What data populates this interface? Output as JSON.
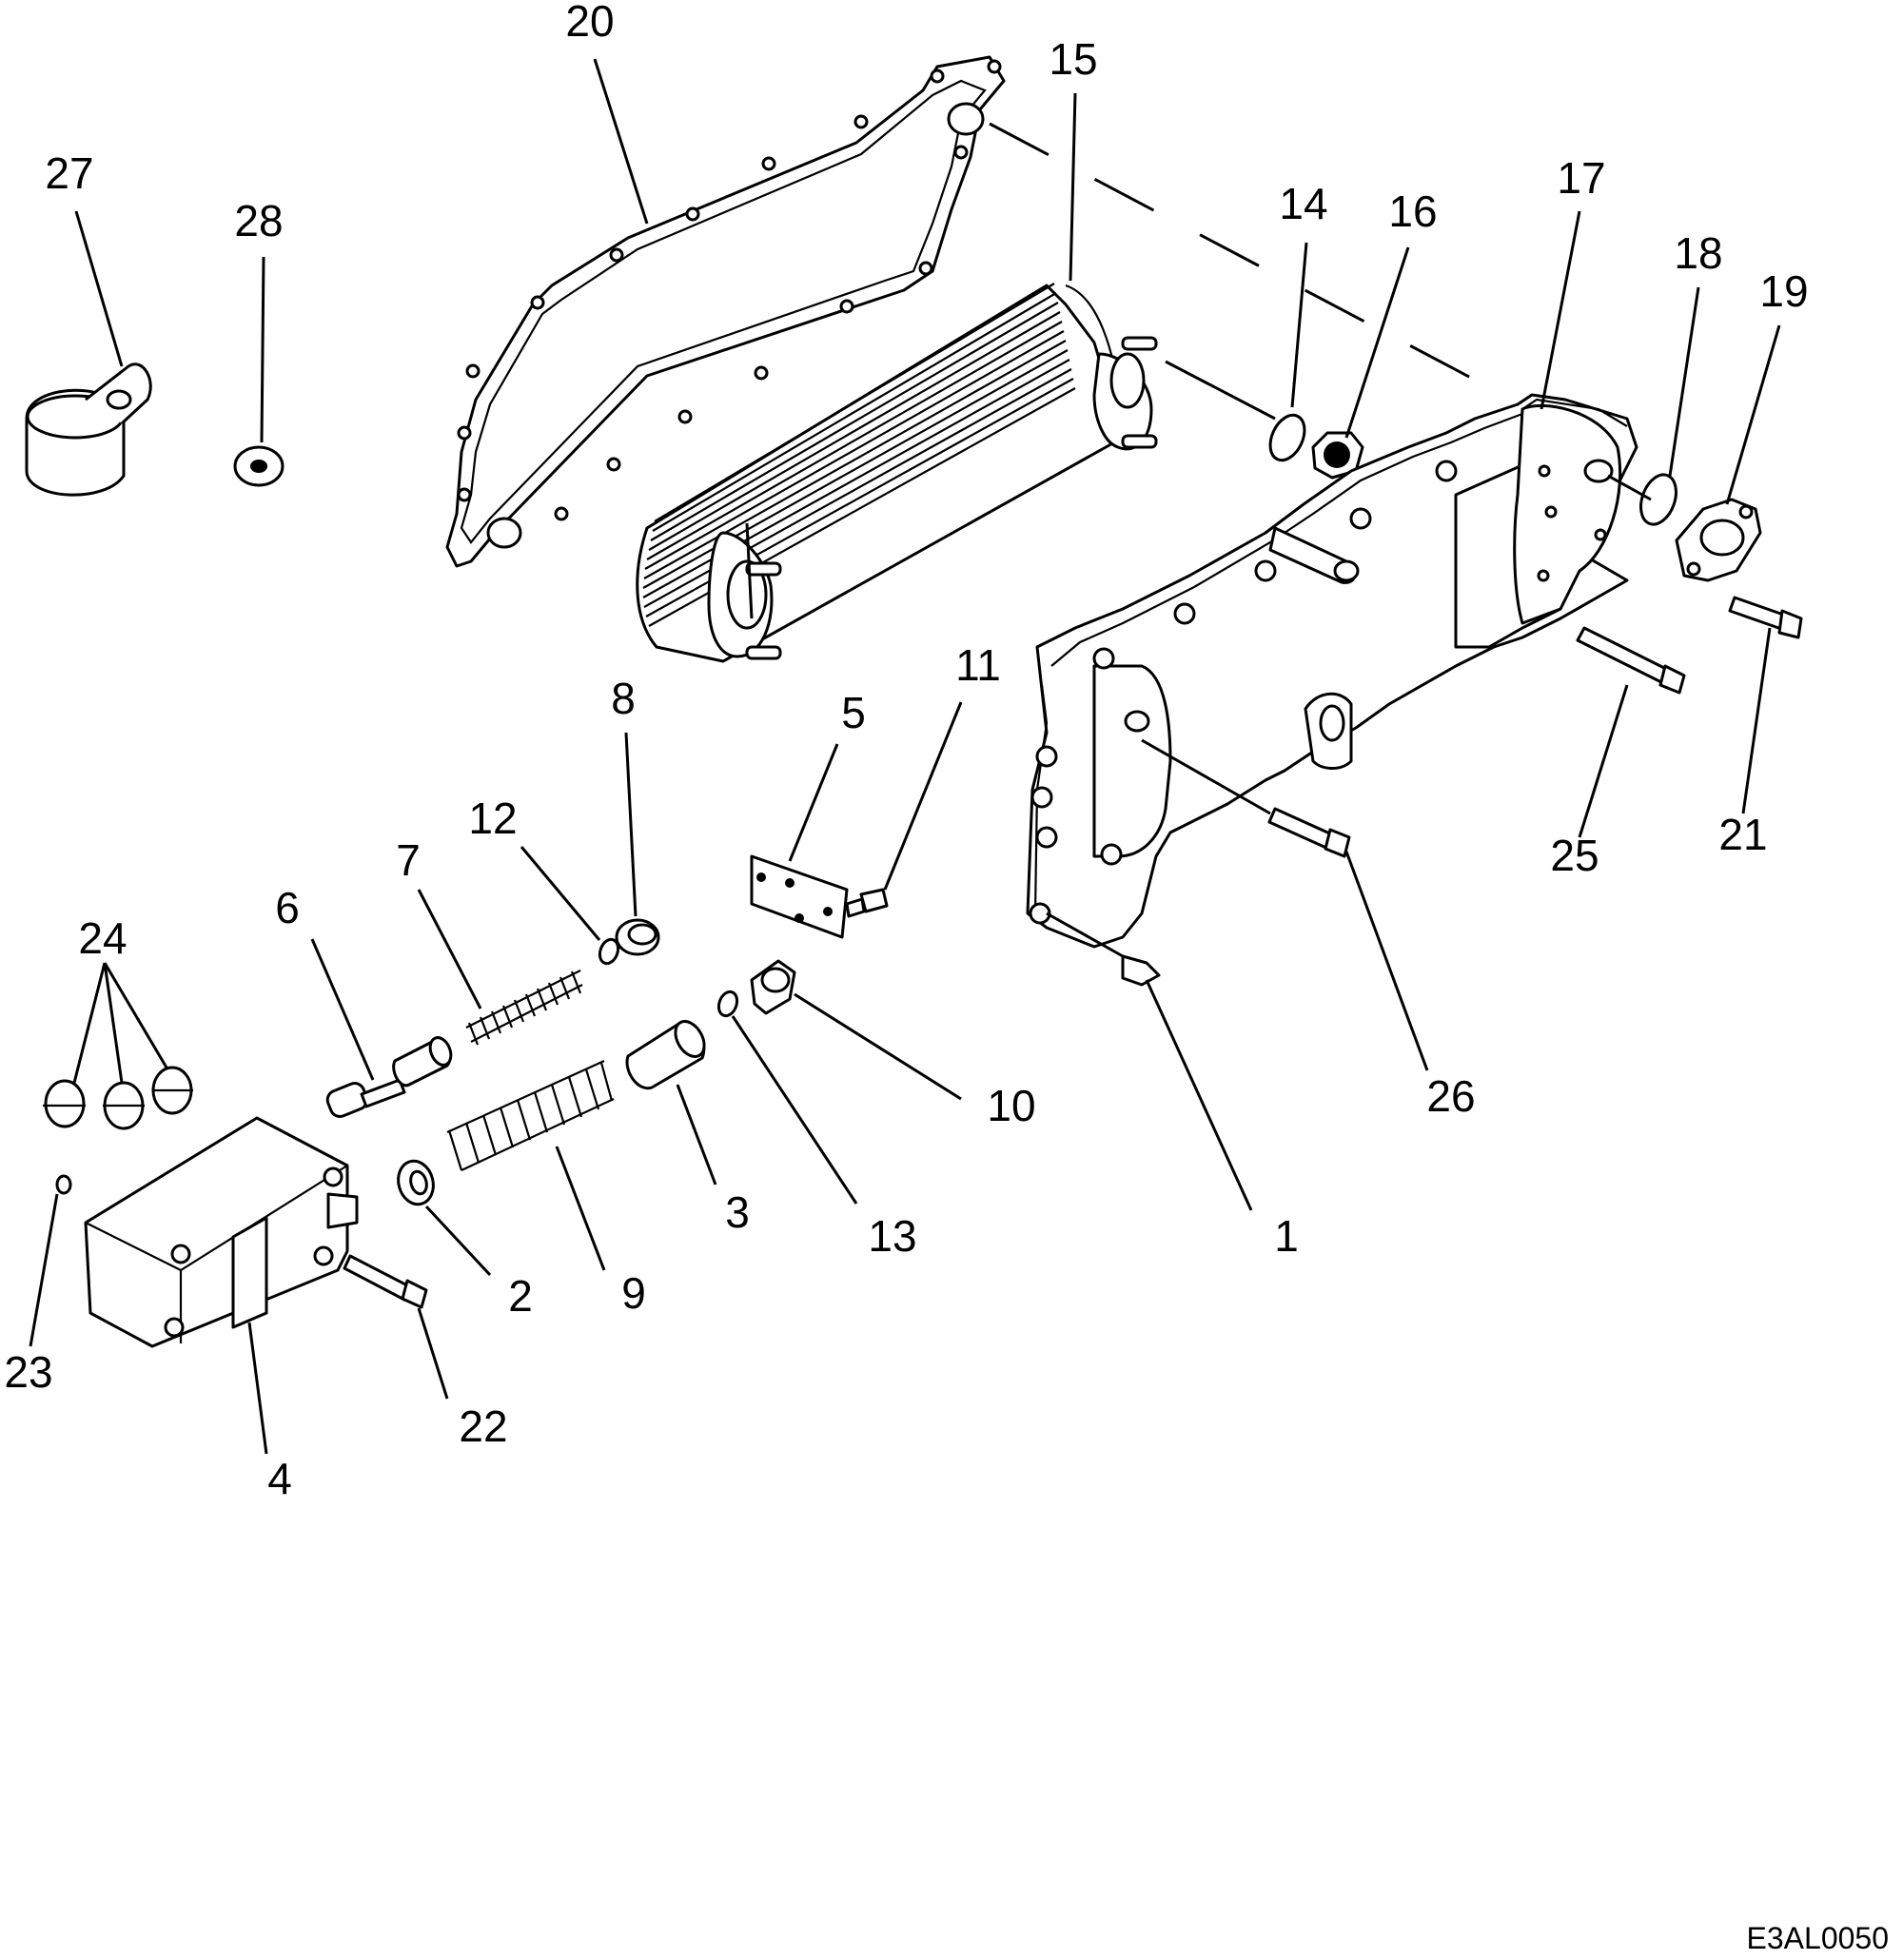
{
  "diagram": {
    "drawing_code": "E3AL0050",
    "callouts": [
      {
        "id": "c1",
        "text": "1"
      },
      {
        "id": "c2",
        "text": "2"
      },
      {
        "id": "c3",
        "text": "3"
      },
      {
        "id": "c4",
        "text": "4"
      },
      {
        "id": "c5",
        "text": "5"
      },
      {
        "id": "c6",
        "text": "6"
      },
      {
        "id": "c7",
        "text": "7"
      },
      {
        "id": "c8",
        "text": "8"
      },
      {
        "id": "c9",
        "text": "9"
      },
      {
        "id": "c10",
        "text": "10"
      },
      {
        "id": "c11",
        "text": "11"
      },
      {
        "id": "c12",
        "text": "12"
      },
      {
        "id": "c13",
        "text": "13"
      },
      {
        "id": "c14",
        "text": "14"
      },
      {
        "id": "c15",
        "text": "15"
      },
      {
        "id": "c16",
        "text": "16"
      },
      {
        "id": "c17",
        "text": "17"
      },
      {
        "id": "c18",
        "text": "18"
      },
      {
        "id": "c19",
        "text": "19"
      },
      {
        "id": "c20",
        "text": "20"
      },
      {
        "id": "c21",
        "text": "21"
      },
      {
        "id": "c22",
        "text": "22"
      },
      {
        "id": "c23",
        "text": "23"
      },
      {
        "id": "c24",
        "text": "24"
      },
      {
        "id": "c25",
        "text": "25"
      },
      {
        "id": "c26",
        "text": "26"
      },
      {
        "id": "c27",
        "text": "27"
      },
      {
        "id": "c28",
        "text": "28"
      }
    ]
  }
}
